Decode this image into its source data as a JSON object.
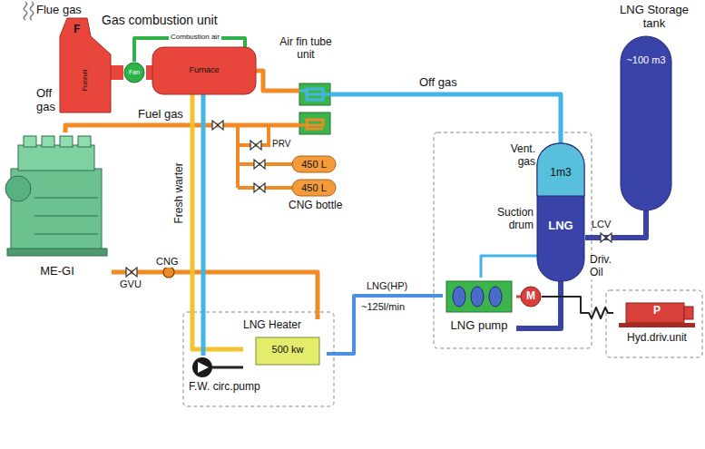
{
  "diagram": {
    "nodes": [
      {
        "text": [
          "F",
          "Funnel"
        ]
      },
      {
        "text": [
          "Fan"
        ]
      },
      {
        "text": [
          "Furnace"
        ]
      },
      {
        "text": [
          "Air fin tube unit"
        ]
      },
      {
        "text": [
          "LNG Storage tank",
          "~100 m3"
        ]
      },
      {
        "text": [
          "450 L"
        ]
      },
      {
        "text": [
          "450 L"
        ]
      },
      {
        "text": [
          "ME-GI"
        ]
      },
      {
        "text": [
          "Vent. gas",
          "1m3",
          "LNG"
        ]
      },
      {
        "text": [
          "LNG pump"
        ]
      },
      {
        "text": [
          "M"
        ]
      },
      {
        "text": [
          "P",
          "Hyd.driv.unit"
        ]
      },
      {
        "text": [
          "LNG Heater",
          "500 kw"
        ]
      },
      {
        "text": [
          "F.W. circ.pump"
        ]
      }
    ],
    "edges": [
      {
        "from": 1,
        "to": 0,
        "arrow": "none"
      },
      {
        "from": 2,
        "to": 1,
        "arrow": "none"
      },
      {
        "from": 1,
        "to": 2,
        "label": "Combustion air",
        "arrow": "none"
      },
      {
        "from": 8,
        "to": 3,
        "label": "Off gas",
        "arrow": "none"
      },
      {
        "from": 3,
        "to": 2,
        "arrow": "none"
      },
      {
        "from": 7,
        "to": 3,
        "label": "Fuel gas",
        "arrow": "none"
      },
      {
        "from": 4,
        "to": 8,
        "arrow": "none"
      },
      {
        "from": 8,
        "to": 9,
        "arrow": "none"
      },
      {
        "from": 11,
        "to": 10,
        "label": "Driv. Oil",
        "arrow": "none"
      },
      {
        "from": 10,
        "to": 9,
        "arrow": "none"
      },
      {
        "from": 9,
        "to": 12,
        "label": "LNG(HP)",
        "arrow": "none"
      },
      {
        "from": 12,
        "to": 7,
        "label": "CNG",
        "arrow": "none"
      },
      {
        "from": 12,
        "to": 2,
        "arrow": "none"
      },
      {
        "from": 2,
        "to": 13,
        "arrow": "none"
      },
      {
        "from": 13,
        "to": 12,
        "arrow": "none"
      },
      {
        "from": 9,
        "to": 8,
        "arrow": "none"
      }
    ],
    "labels": [
      "Flue gas",
      "Gas combustion unit",
      "Off gas",
      "PRV",
      "CNG bottle",
      "Fresh warter",
      "GVU",
      "~125l/min",
      "Suction drum",
      "LCV"
    ]
  }
}
